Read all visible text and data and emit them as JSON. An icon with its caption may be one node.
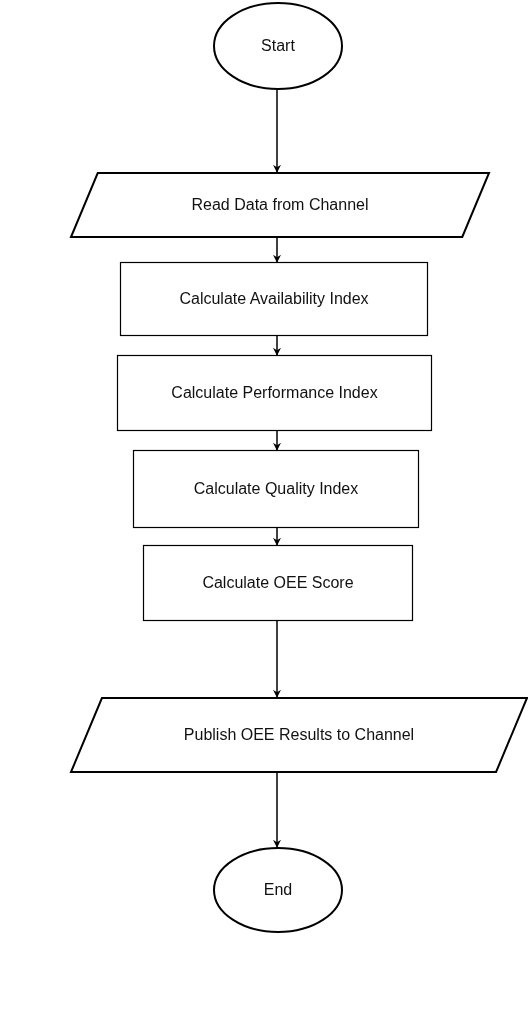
{
  "diagram": {
    "nodes": [
      {
        "text": [
          "Start"
        ]
      },
      {
        "text": [
          "Read Data from Channel"
        ]
      },
      {
        "text": [
          "Calculate Availability Index"
        ]
      },
      {
        "text": [
          "Calculate Performance Index"
        ]
      },
      {
        "text": [
          "Calculate Quality Index"
        ]
      },
      {
        "text": [
          "Calculate OEE Score"
        ]
      },
      {
        "text": [
          "Publish OEE Results to Channel"
        ]
      },
      {
        "text": [
          "End"
        ]
      }
    ],
    "edges": [
      {
        "from": 0,
        "to": 1,
        "arrow": "to"
      },
      {
        "from": 1,
        "to": 2,
        "arrow": "to"
      },
      {
        "from": 2,
        "to": 3,
        "arrow": "to"
      },
      {
        "from": 3,
        "to": 4,
        "arrow": "to"
      },
      {
        "from": 4,
        "to": 5,
        "arrow": "to"
      },
      {
        "from": 5,
        "to": 6,
        "arrow": "to"
      },
      {
        "from": 6,
        "to": 7,
        "arrow": "to"
      }
    ]
  }
}
